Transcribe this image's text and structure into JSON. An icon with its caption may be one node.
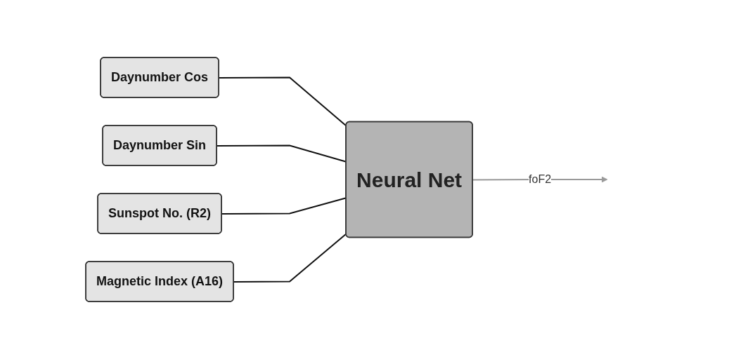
{
  "diagram": {
    "nodes": [
      {
        "text": [
          "Daynumber Cos"
        ]
      },
      {
        "text": [
          "Daynumber Sin"
        ]
      },
      {
        "text": [
          "Sunspot No. (R2)"
        ]
      },
      {
        "text": [
          "Magnetic Index (A16)"
        ]
      },
      {
        "text": [
          "Neural Net"
        ]
      }
    ],
    "edges": [
      {
        "from": 0,
        "to": 4,
        "arrow": "none"
      },
      {
        "from": 1,
        "to": 4,
        "arrow": "none"
      },
      {
        "from": 2,
        "to": 4,
        "arrow": "none"
      },
      {
        "from": 3,
        "to": 4,
        "arrow": "none"
      },
      {
        "from": 4,
        "to": null,
        "arrow": "to",
        "label": "foF2",
        "color": "#999999"
      }
    ]
  }
}
